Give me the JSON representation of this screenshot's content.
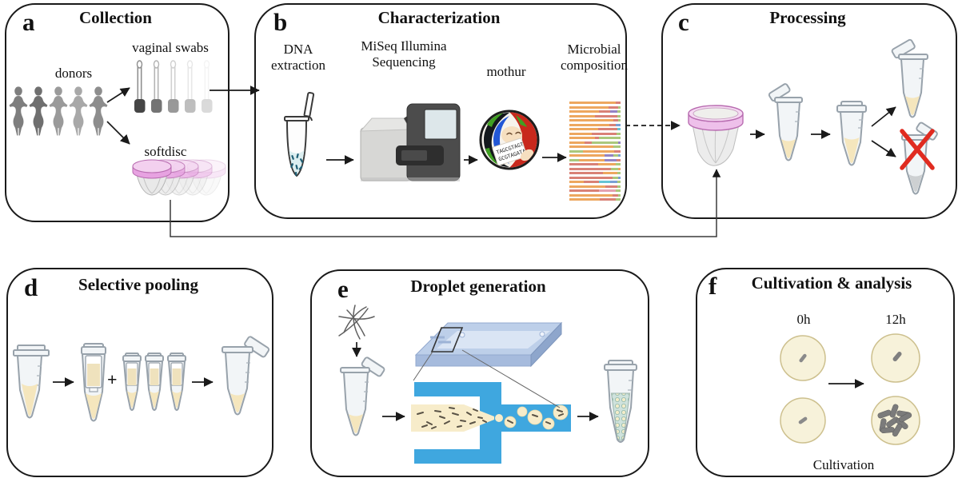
{
  "panels": [
    {
      "letter": "a",
      "title": "Collection",
      "labels": {
        "donors": "donors",
        "swabs": "vaginal swabs",
        "softdisc": "softdisc"
      }
    },
    {
      "letter": "b",
      "title": "Characterization",
      "labels": {
        "dna": "DNA\nextraction",
        "miseq": "MiSeq Illumina\nSequencing",
        "mothur": "mothur",
        "microbial": "Microbial\ncomposition"
      }
    },
    {
      "letter": "c",
      "title": "Processing"
    },
    {
      "letter": "d",
      "title": "Selective pooling",
      "plus": "+"
    },
    {
      "letter": "e",
      "title": "Droplet generation"
    },
    {
      "letter": "f",
      "title": "Cultivation & analysis",
      "labels": {
        "t0": "0h",
        "t12": "12h",
        "cultivation": "Cultivation"
      }
    }
  ],
  "mothur_logo": {
    "line1": "TAGCGTAGT",
    "line2": "GCGTAGATA"
  },
  "microbial_composition": {
    "type": "stacked-bar-rows",
    "palette": {
      "o": "#eda75f",
      "r": "#d98176",
      "g": "#abc87c",
      "b": "#7a9fd4",
      "pu": "#9383c4",
      "c": "#66c4d4",
      "pi": "#e4a1b0"
    },
    "rows": [
      [
        [
          "o",
          90
        ],
        [
          "r",
          10
        ]
      ],
      [
        [
          "o",
          76
        ],
        [
          "r",
          20
        ],
        [
          "g",
          4
        ]
      ],
      [
        [
          "o",
          58
        ],
        [
          "r",
          22
        ],
        [
          "pu",
          14
        ],
        [
          "g",
          6
        ]
      ],
      [
        [
          "o",
          50
        ],
        [
          "r",
          44
        ],
        [
          "g",
          6
        ]
      ],
      [
        [
          "o",
          86
        ],
        [
          "r",
          10
        ],
        [
          "g",
          4
        ]
      ],
      [
        [
          "o",
          78
        ],
        [
          "r",
          12
        ],
        [
          "b",
          10
        ]
      ],
      [
        [
          "o",
          56
        ],
        [
          "r",
          38
        ],
        [
          "c",
          6
        ]
      ],
      [
        [
          "o",
          44
        ],
        [
          "r",
          48
        ],
        [
          "g",
          8
        ]
      ],
      [
        [
          "o",
          50
        ],
        [
          "r",
          8
        ],
        [
          "g",
          42
        ]
      ],
      [
        [
          "o",
          30
        ],
        [
          "r",
          14
        ],
        [
          "g",
          52
        ],
        [
          "pu",
          4
        ]
      ],
      [
        [
          "o",
          86
        ],
        [
          "g",
          14
        ]
      ],
      [
        [
          "g",
          26
        ],
        [
          "o",
          62
        ],
        [
          "r",
          12
        ]
      ],
      [
        [
          "o",
          68
        ],
        [
          "pu",
          18
        ],
        [
          "g",
          10
        ],
        [
          "b",
          4
        ]
      ],
      [
        [
          "g",
          18
        ],
        [
          "o",
          50
        ],
        [
          "pu",
          24
        ],
        [
          "r",
          8
        ]
      ],
      [
        [
          "r",
          56
        ],
        [
          "o",
          34
        ],
        [
          "g",
          10
        ]
      ],
      [
        [
          "r",
          82
        ],
        [
          "g",
          14
        ],
        [
          "o",
          4
        ]
      ],
      [
        [
          "r",
          66
        ],
        [
          "o",
          28
        ],
        [
          "g",
          6
        ]
      ],
      [
        [
          "r",
          84
        ],
        [
          "g",
          12
        ],
        [
          "b",
          4
        ]
      ],
      [
        [
          "o",
          28
        ],
        [
          "r",
          30
        ],
        [
          "c",
          22
        ],
        [
          "b",
          14
        ],
        [
          "g",
          6
        ]
      ],
      [
        [
          "o",
          70
        ],
        [
          "r",
          24
        ],
        [
          "g",
          6
        ]
      ],
      [
        [
          "r",
          58
        ],
        [
          "pi",
          32
        ],
        [
          "g",
          10
        ]
      ],
      [
        [
          "o",
          84
        ],
        [
          "r",
          11
        ],
        [
          "g",
          5
        ]
      ],
      [
        [
          "o",
          60
        ],
        [
          "r",
          30
        ],
        [
          "g",
          10
        ]
      ]
    ]
  },
  "colors": {
    "panel_border": "#1a1a1a",
    "softdisc_pink": "#eaa9e4",
    "tube_liquid_beige": "#f5e6bd",
    "dna_liquid_blue": "#dbeef0",
    "chip_channel_blue": "#3fa7df",
    "chip_slab_blue": "#bdcfe9",
    "droplet_fill": "#f3ecc9",
    "emulsion_background": "#cfe2dc",
    "reject_x_red": "#e02b20",
    "bacteria_gray": "#8a8a8a",
    "mothur_red": "#c8281c",
    "mothur_blue": "#2257d6",
    "mothur_green": "#3fa021"
  }
}
